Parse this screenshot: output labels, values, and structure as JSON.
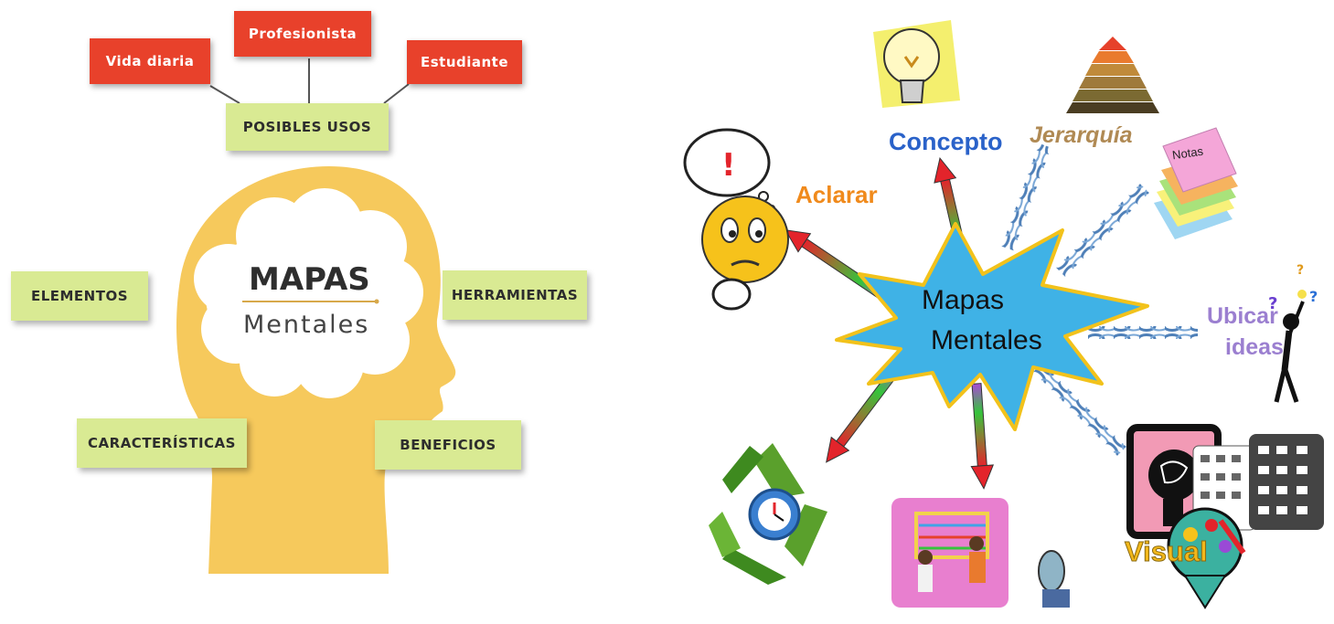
{
  "left_diagram": {
    "title_main": "MAPAS",
    "title_sub": "Mentales",
    "top_boxes": [
      "Vida diaria",
      "Profesionista",
      "Estudiante"
    ],
    "uses_label": "POSIBLES USOS",
    "side_labels": [
      "ELEMENTOS",
      "HERRAMIENTAS",
      "CARACTERÍSTICAS",
      "BENEFICIOS"
    ],
    "colors": {
      "red_box": "#e8412b",
      "green_box": "#d9ea93",
      "head": "#f6c95c"
    }
  },
  "right_diagram": {
    "center_line1": "Mapas",
    "center_line2": "Mentales",
    "labels": {
      "aclarar": "Aclarar",
      "concepto": "Concepto",
      "jerarquia": "Jerarquía",
      "notas": "Notas",
      "ubicar1": "Ubicar",
      "ubicar2": "ideas",
      "visual": "Visual"
    },
    "icons": [
      "thinking-face-icon",
      "light-bulb-icon",
      "pyramid-icon",
      "sticky-notes-icon",
      "question-figure-icon",
      "recycle-clock-icon",
      "children-abacus-icon",
      "brain-media-icon"
    ],
    "colors": {
      "star": "#3fb2e6",
      "star_border": "#f2c21b",
      "chain": "#4f80b8"
    }
  }
}
